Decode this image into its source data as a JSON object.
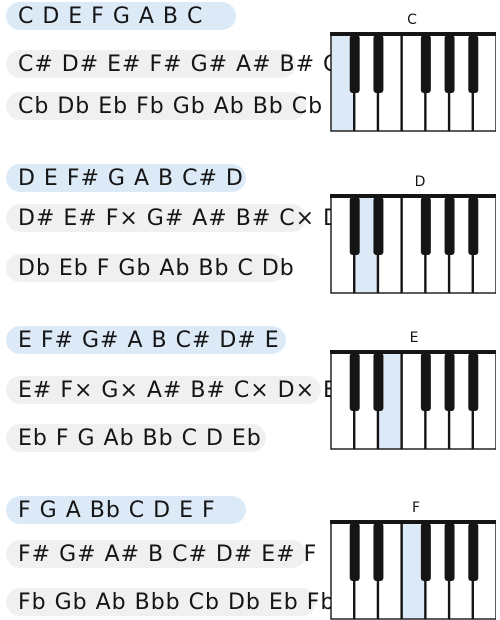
{
  "groups": [
    {
      "key": "C",
      "rows": [
        "C D E F G A B C",
        "C# D# E# F# G# A# B# C#",
        "Cb Db Eb Fb Gb Ab Bb Cb"
      ],
      "root_index": 0
    },
    {
      "key": "D",
      "rows": [
        "D E F# G A B C# D",
        "D# E# F× G# A# B# C× D#",
        "Db Eb F Gb Ab Bb C Db"
      ],
      "root_index": 1
    },
    {
      "key": "E",
      "rows": [
        "E F# G# A B C# D# E",
        "E# F× G× A# B# C× D× E#",
        "Eb F G Ab Bb C D Eb"
      ],
      "root_index": 2
    },
    {
      "key": "F",
      "rows": [
        "F G A Bb C D E F",
        "F# G# A# B C# D# E# F",
        "Fb Gb Ab Bbb Cb Db Eb Fb"
      ],
      "root_index": 3
    }
  ],
  "colors": {
    "highlight": "#dceaf8",
    "row_gray": "#f0f0f0",
    "ink": "#151515"
  }
}
